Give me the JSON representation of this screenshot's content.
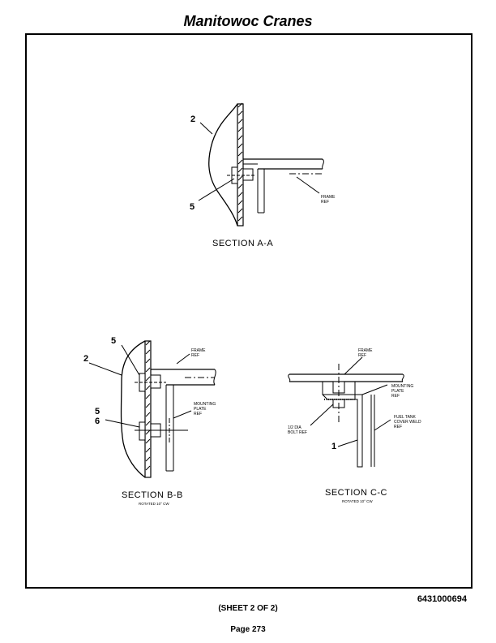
{
  "header": {
    "title": "Manitowoc Cranes"
  },
  "drawing": {
    "section_aa": {
      "title": "SECTION A-A",
      "callout_2": "2",
      "callout_5": "5",
      "frame_label": "FRAME",
      "frame_ref": "REF"
    },
    "section_bb": {
      "title": "SECTION B-B",
      "note": "ROTATED 10° CW",
      "callout_5_top": "5",
      "callout_2": "2",
      "callout_5_bottom": "5",
      "callout_6": "6",
      "frame_label": "FRAME",
      "frame_ref": "REF",
      "mounting_label": "MOUNTING",
      "plate_label": "PLATE",
      "plate_ref": "REF"
    },
    "section_cc": {
      "title": "SECTION C-C",
      "note": "ROTATED 10° CW",
      "frame_label": "FRAME",
      "frame_ref": "REF",
      "mounting_label": "MOUNTING",
      "plate_label": "PLATE",
      "plate_ref": "REF",
      "fuel_tank_label": "FUEL TANK",
      "cover_weld_label": "COVER WELD",
      "fuel_ref": "REF",
      "bolt_label": "1/2 DIA",
      "bolt_ref": "BOLT REF",
      "callout_1": "1"
    }
  },
  "footer": {
    "doc_number": "6431000694",
    "sheet": "(SHEET 2 OF 2)",
    "page": "Page 273"
  }
}
